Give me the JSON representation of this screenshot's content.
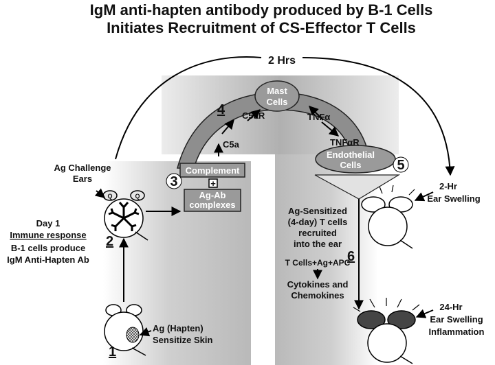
{
  "title": {
    "line1": "IgM anti-hapten antibody produced by B-1 Cells",
    "line2": "Initiates Recruitment of CS-Effector T Cells"
  },
  "timing": {
    "top": "2 Hrs"
  },
  "nodes": {
    "mast": {
      "line1": "Mast",
      "line2": "Cells"
    },
    "endothelial": {
      "line1": "Endothelial",
      "line2": "Cells"
    },
    "complement": "Complement",
    "plus": "+",
    "agab": {
      "line1": "Ag-Ab",
      "line2": "complexes"
    }
  },
  "arch_labels": {
    "c5a": "C5a",
    "c5ar": "C5aR",
    "tnfa": "TNFα",
    "tnfar": "TNFαR"
  },
  "left": {
    "challenge": {
      "line1": "Ag Challenge",
      "line2": "Ears"
    },
    "day1": "Day 1",
    "immune": "Immune response",
    "b1": {
      "line1": "B-1 cells produce",
      "line2": "IgM Anti-Hapten Ab"
    },
    "hapten": {
      "line1": "Ag (Hapten)",
      "line2": "Sensitize Skin"
    }
  },
  "right": {
    "sensitized": {
      "line1": "Ag-Sensitized",
      "line2": "(4-day) T cells",
      "line3": "recruited",
      "line4": "into the ear"
    },
    "tcells": "T Cells+Ag+APC",
    "cytokines": {
      "line1": "Cytokines and",
      "line2": "Chemokines"
    },
    "swell2": {
      "line1": "2-Hr",
      "line2": "Ear Swelling"
    },
    "swell24": {
      "line1": "24-Hr",
      "line2": "Ear Swelling",
      "line3": "Inflammation"
    }
  },
  "steps": [
    "1",
    "2",
    "3",
    "4",
    "5",
    "6"
  ],
  "colors": {
    "panel": "#c4c4c4",
    "arch": "#8e8e8e",
    "node": "#9a9a9a",
    "dark_ear": "#454545"
  }
}
